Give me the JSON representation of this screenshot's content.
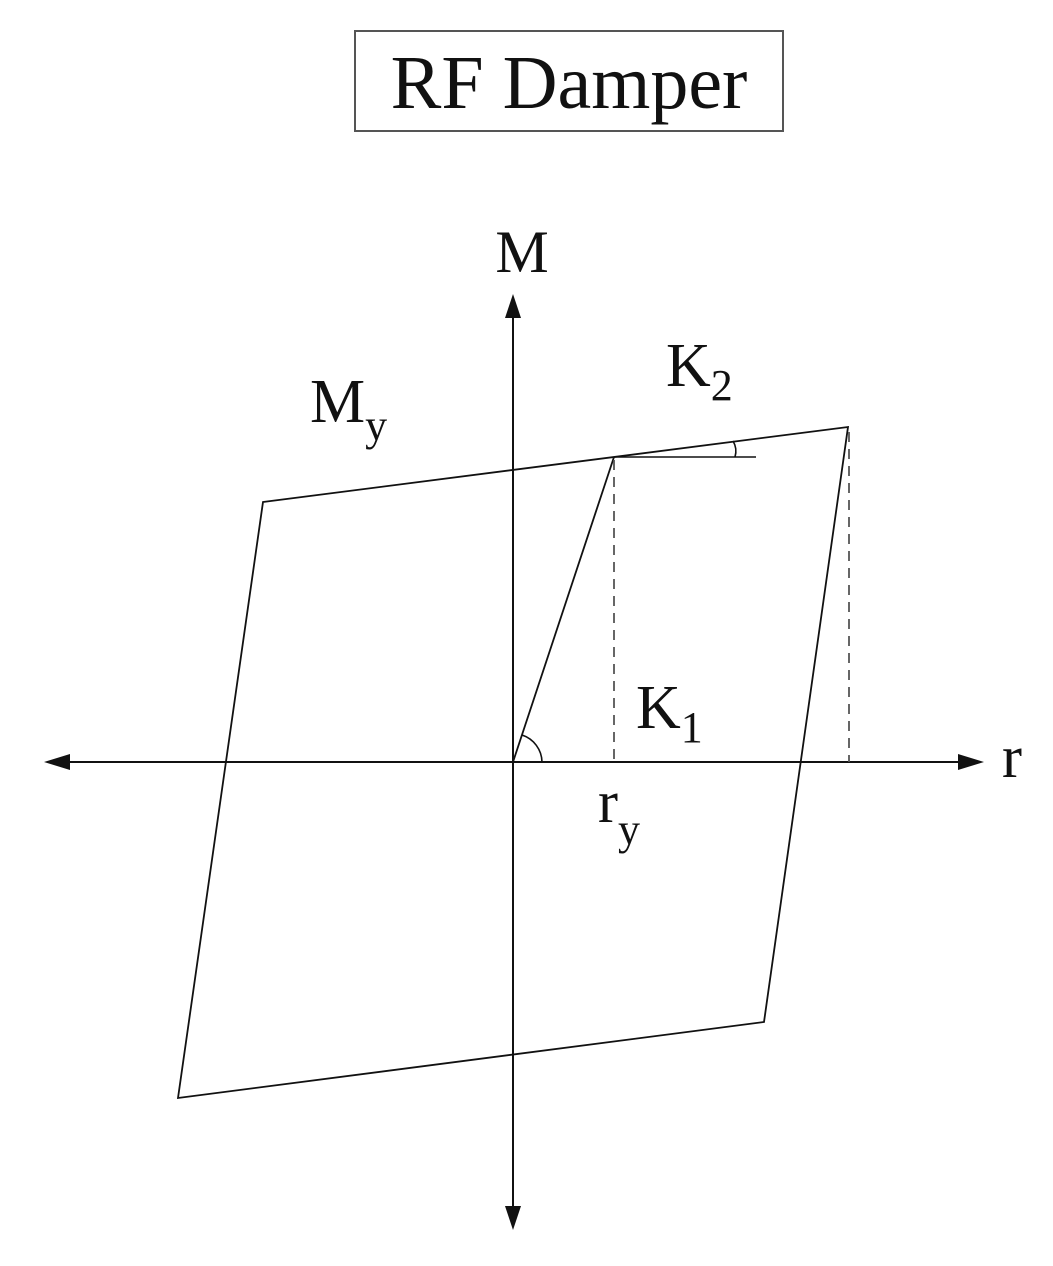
{
  "title": "RF Damper",
  "axes": {
    "vertical": "M",
    "horizontal": "r"
  },
  "labels": {
    "yield_moment": {
      "base": "M",
      "sub": "y"
    },
    "post_yield_stiffness": {
      "base": "K",
      "sub": "2"
    },
    "initial_stiffness": {
      "base": "K",
      "sub": "1"
    },
    "yield_rotation": {
      "base": "r",
      "sub": "y"
    }
  }
}
